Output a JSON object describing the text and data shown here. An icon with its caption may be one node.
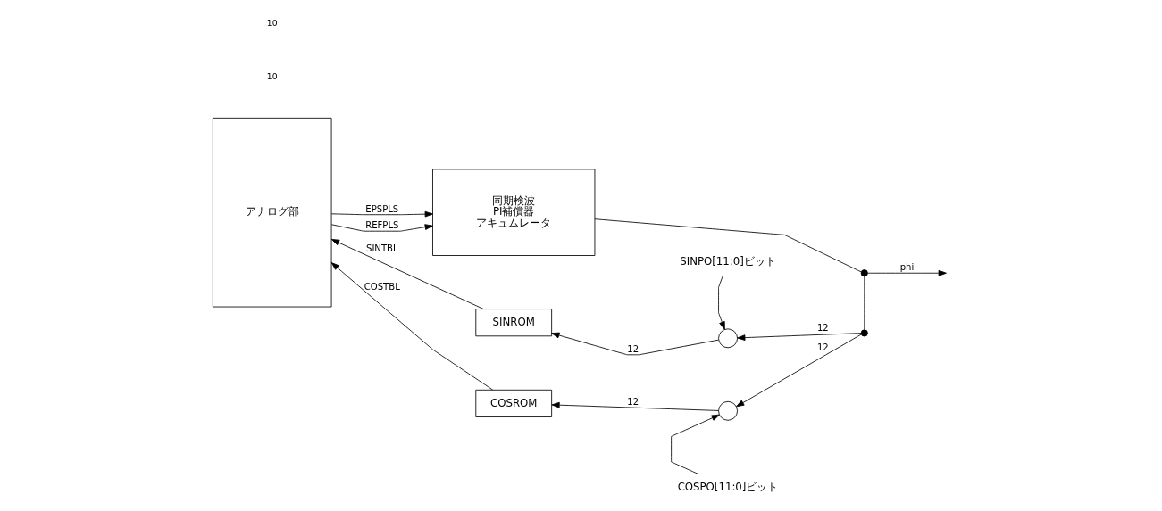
{
  "diagram": {
    "nodes": [
      {
        "text": [
          "アナログ部"
        ]
      },
      {
        "text": [
          "同期検波",
          "PI補償器",
          "アキュムレータ"
        ]
      },
      {
        "text": [],
        "shape": "dot"
      },
      {
        "text": [],
        "shape": "dot"
      },
      {
        "text": [
          "SINROM"
        ]
      },
      {
        "text": [
          "COSROM"
        ]
      },
      {
        "text": [],
        "shape": "circle"
      },
      {
        "text": [],
        "shape": "circle"
      },
      {
        "text": [
          "SINPO[11:0]ビット"
        ]
      },
      {
        "text": [
          "COSPO[11:0]ビット"
        ]
      }
    ],
    "edges": [
      {
        "from": 0,
        "to": 1,
        "arrow": "to",
        "label": "EPSPLS"
      },
      {
        "from": 0,
        "to": 1,
        "arrow": "to",
        "label": "REFPLS"
      },
      {
        "from": 1,
        "to": 2,
        "arrow": "none"
      },
      {
        "from": 2,
        "to": null,
        "arrow": "to",
        "label": "phi"
      },
      {
        "from": 2,
        "to": 3,
        "arrow": "none"
      },
      {
        "from": 3,
        "to": 6,
        "arrow": "to",
        "label": "12"
      },
      {
        "from": 8,
        "to": 6,
        "arrow": "to"
      },
      {
        "from": 6,
        "to": 4,
        "arrow": "to",
        "label": "12"
      },
      {
        "from": 4,
        "to": 0,
        "arrow": "to",
        "label": "SINTBL"
      },
      {
        "from": 3,
        "to": 7,
        "arrow": "to",
        "label": "12"
      },
      {
        "from": 9,
        "to": 7,
        "arrow": "to"
      },
      {
        "from": 7,
        "to": 5,
        "arrow": "to",
        "label": "12"
      },
      {
        "from": 5,
        "to": 0,
        "arrow": "to",
        "label": "COSTBL"
      }
    ],
    "labels": [
      "10",
      "10"
    ]
  }
}
